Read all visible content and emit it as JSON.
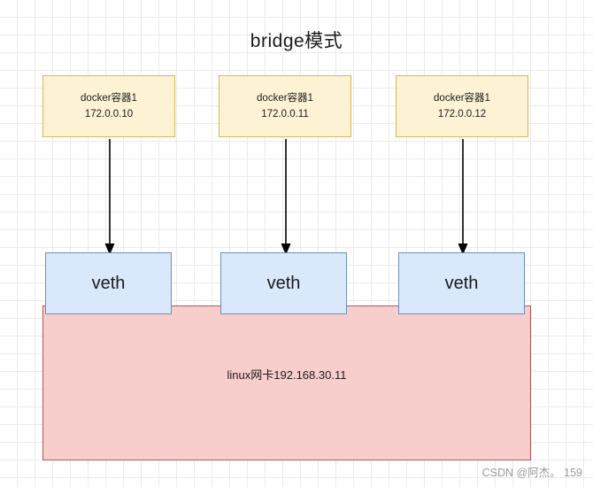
{
  "diagram": {
    "title": "bridge模式",
    "containers": [
      {
        "name": "docker容器1",
        "ip": "172.0.0.10"
      },
      {
        "name": "docker容器1",
        "ip": "172.0.0.11"
      },
      {
        "name": "docker容器1",
        "ip": "172.0.0.12"
      }
    ],
    "veths": [
      {
        "label": "veth"
      },
      {
        "label": "veth"
      },
      {
        "label": "veth"
      }
    ],
    "host": {
      "label": "linux网卡192.168.30.11"
    },
    "watermark": "CSDN @阿杰。 159",
    "colors": {
      "container_fill": "#fdf3d4",
      "container_stroke": "#d6b656",
      "veth_fill": "#dae8fc",
      "veth_stroke": "#6c8ebf",
      "host_fill": "#f8cecc",
      "host_stroke": "#b85450",
      "grid": "#eaeaea",
      "text": "#1a1a1a"
    }
  }
}
